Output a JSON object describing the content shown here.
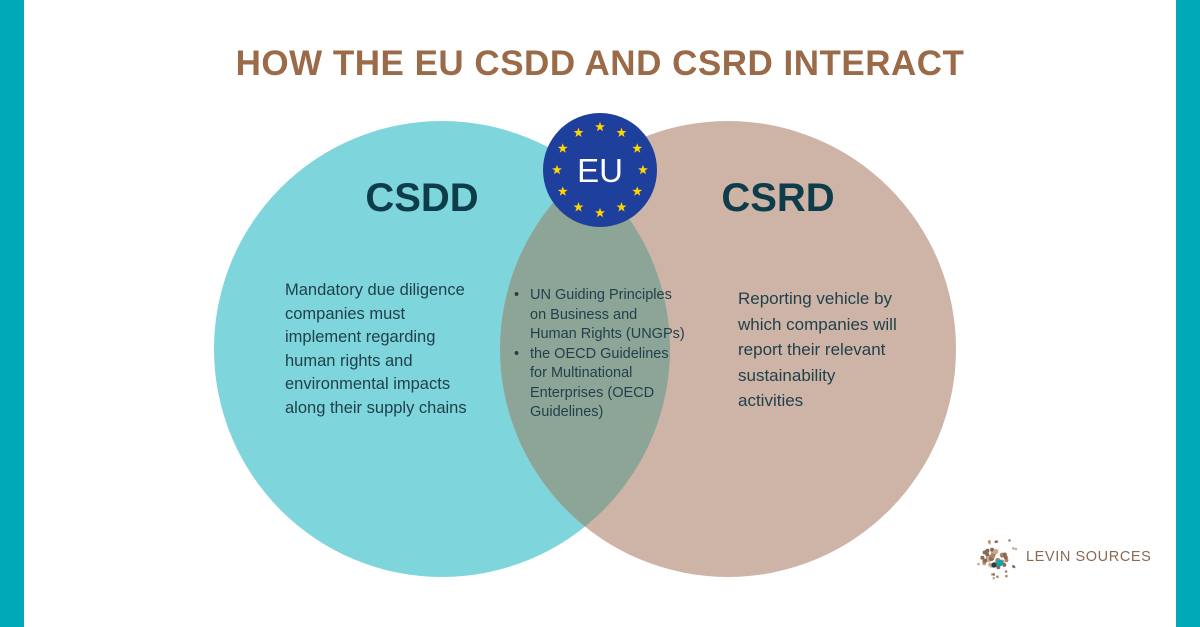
{
  "title": "HOW THE EU CSDD AND CSRD INTERACT",
  "eu_badge": {
    "label": "EU"
  },
  "left": {
    "heading": "CSDD",
    "lines": [
      "Mandatory due diligence",
      "companies must",
      "implement regarding",
      "human rights and",
      "environmental impacts",
      "along their supply chains"
    ]
  },
  "right": {
    "heading": "CSRD",
    "lines": [
      "Reporting vehicle by",
      "which companies will",
      "report their relevant",
      "sustainability",
      "activities"
    ]
  },
  "overlap": {
    "items": [
      {
        "lines": [
          "UN Guiding Principles",
          "on Business and",
          "Human Rights (UNGPs)"
        ]
      },
      {
        "lines": [
          "the OECD Guidelines",
          "for Multinational",
          "Enterprises (OECD",
          "Guidelines)"
        ]
      }
    ]
  },
  "brand": {
    "name": "LEVIN SOURCES"
  },
  "colors": {
    "frame": "#00a9b7",
    "title": "#9b6a48",
    "csdd_circle": "#7ed5db",
    "csrd_circle": "#cdb4a6",
    "overlap": "#8da597",
    "heading": "#0d3c4a",
    "body_text": "#1f3f4a",
    "eu_blue": "#1f3f9c",
    "eu_star": "#ffd400",
    "brand_text": "#8a6a52"
  }
}
